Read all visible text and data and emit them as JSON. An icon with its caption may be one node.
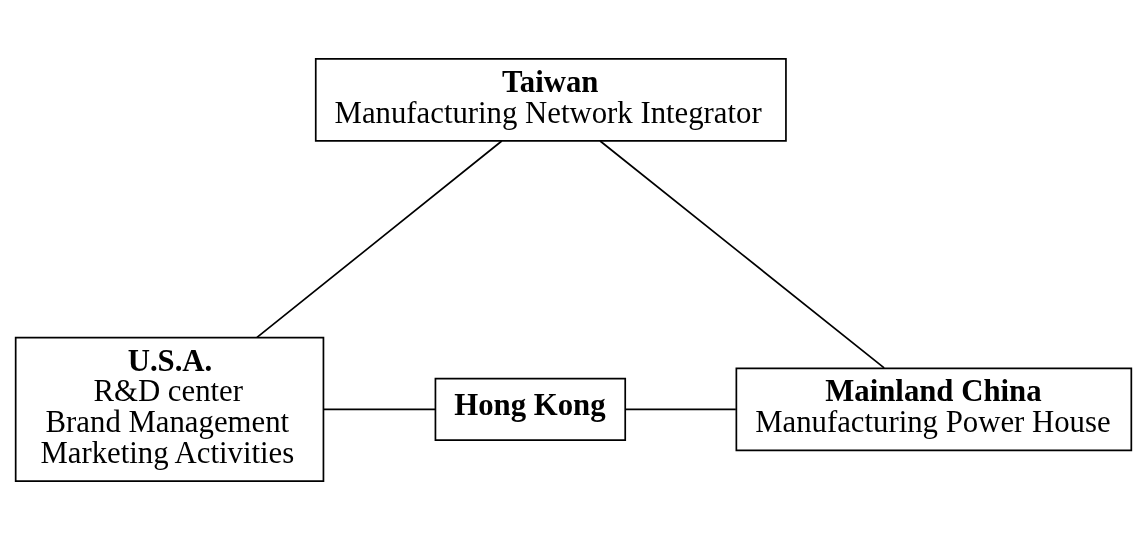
{
  "diagram": {
    "nodes": [
      {
        "text": [
          "Taiwan",
          "Manufacturing Network Integrator"
        ]
      },
      {
        "text": [
          "U.S.A.",
          "R&D center",
          "Brand Management",
          "Marketing Activities"
        ]
      },
      {
        "text": [
          "Hong Kong"
        ]
      },
      {
        "text": [
          "Mainland China",
          "Manufacturing Power House"
        ]
      }
    ],
    "edges": [
      {
        "from": 0,
        "to": 1,
        "arrow": "none"
      },
      {
        "from": 0,
        "to": 3,
        "arrow": "none"
      },
      {
        "from": 1,
        "to": 2,
        "arrow": "none"
      },
      {
        "from": 2,
        "to": 3,
        "arrow": "none"
      }
    ]
  }
}
